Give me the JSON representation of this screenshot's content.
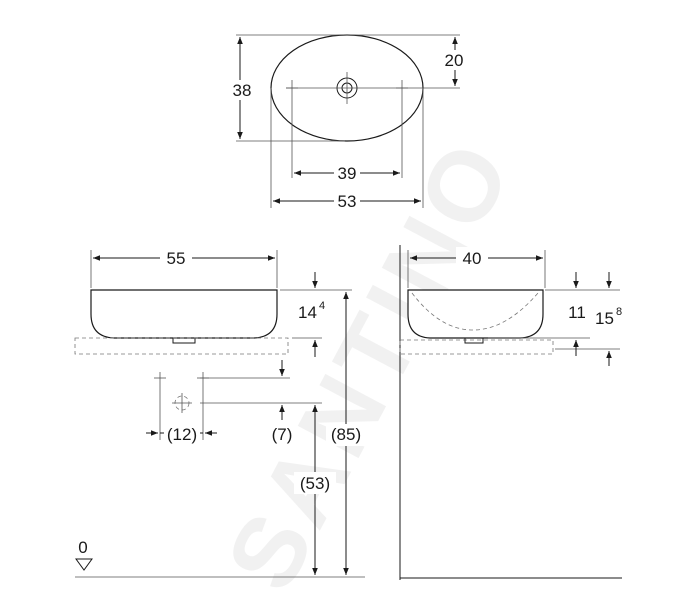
{
  "watermark": "SANTINO",
  "top_view": {
    "width_label": "53",
    "depth_label": "38",
    "drain_offset_label": "20",
    "hole_spacing_label": "39"
  },
  "front_view": {
    "width_label": "55",
    "height_label": "14",
    "height_label_sup": "4",
    "tap_spacing_label": "(12)",
    "tap_offset_label": "(7)",
    "counter_label": "(53)",
    "total_label": "(85)",
    "floor_label": "0"
  },
  "side_view": {
    "width_label": "40",
    "bowl_height_label": "11",
    "total_height_label": "15",
    "total_height_sup": "8"
  }
}
